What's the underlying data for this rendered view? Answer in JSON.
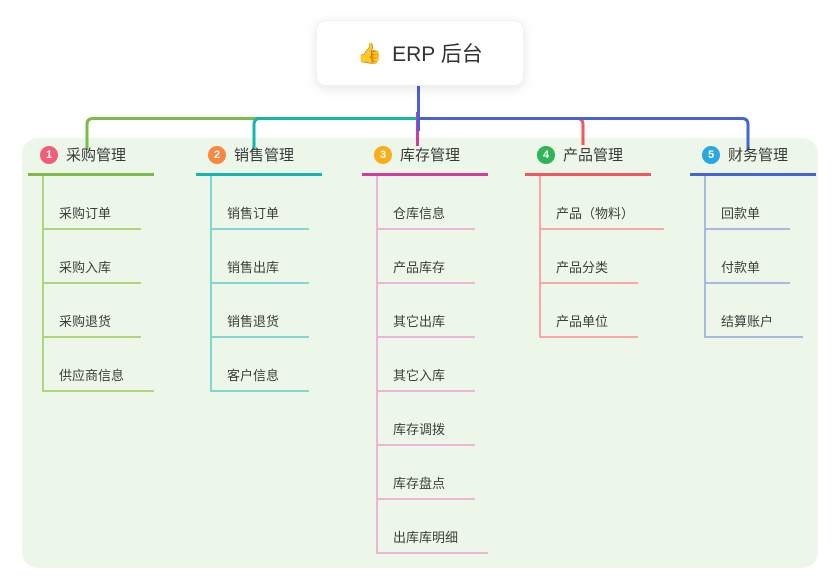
{
  "root": {
    "icon": "👍",
    "label": "ERP 后台"
  },
  "colors": {
    "panel_background": "#EDF7E9",
    "root_stem": "#4A62D5",
    "branch_lines": [
      "#7CBA4B",
      "#16B6AF",
      "#D43C9C",
      "#F2575F",
      "#4565D3"
    ],
    "child_lines": [
      "#ACD57D",
      "#83D5CF",
      "#EFB5D6",
      "#F8A8A4",
      "#A9BADE"
    ],
    "badges": [
      "#F35D77",
      "#F8873F",
      "#FBAD17",
      "#2FB457",
      "#2BA7E0"
    ]
  },
  "branches": [
    {
      "num": "1",
      "label": "采购管理",
      "children": [
        "采购订单",
        "采购入库",
        "采购退货",
        "供应商信息"
      ]
    },
    {
      "num": "2",
      "label": "销售管理",
      "children": [
        "销售订单",
        "销售出库",
        "销售退货",
        "客户信息"
      ]
    },
    {
      "num": "3",
      "label": "库存管理",
      "children": [
        "仓库信息",
        "产品库存",
        "其它出库",
        "其它入库",
        "库存调拨",
        "库存盘点",
        "出库库明细"
      ]
    },
    {
      "num": "4",
      "label": "产品管理",
      "children": [
        "产品（物料）",
        "产品分类",
        "产品单位"
      ]
    },
    {
      "num": "5",
      "label": "财务管理",
      "children": [
        "回款单",
        "付款单",
        "结算账户"
      ]
    }
  ]
}
